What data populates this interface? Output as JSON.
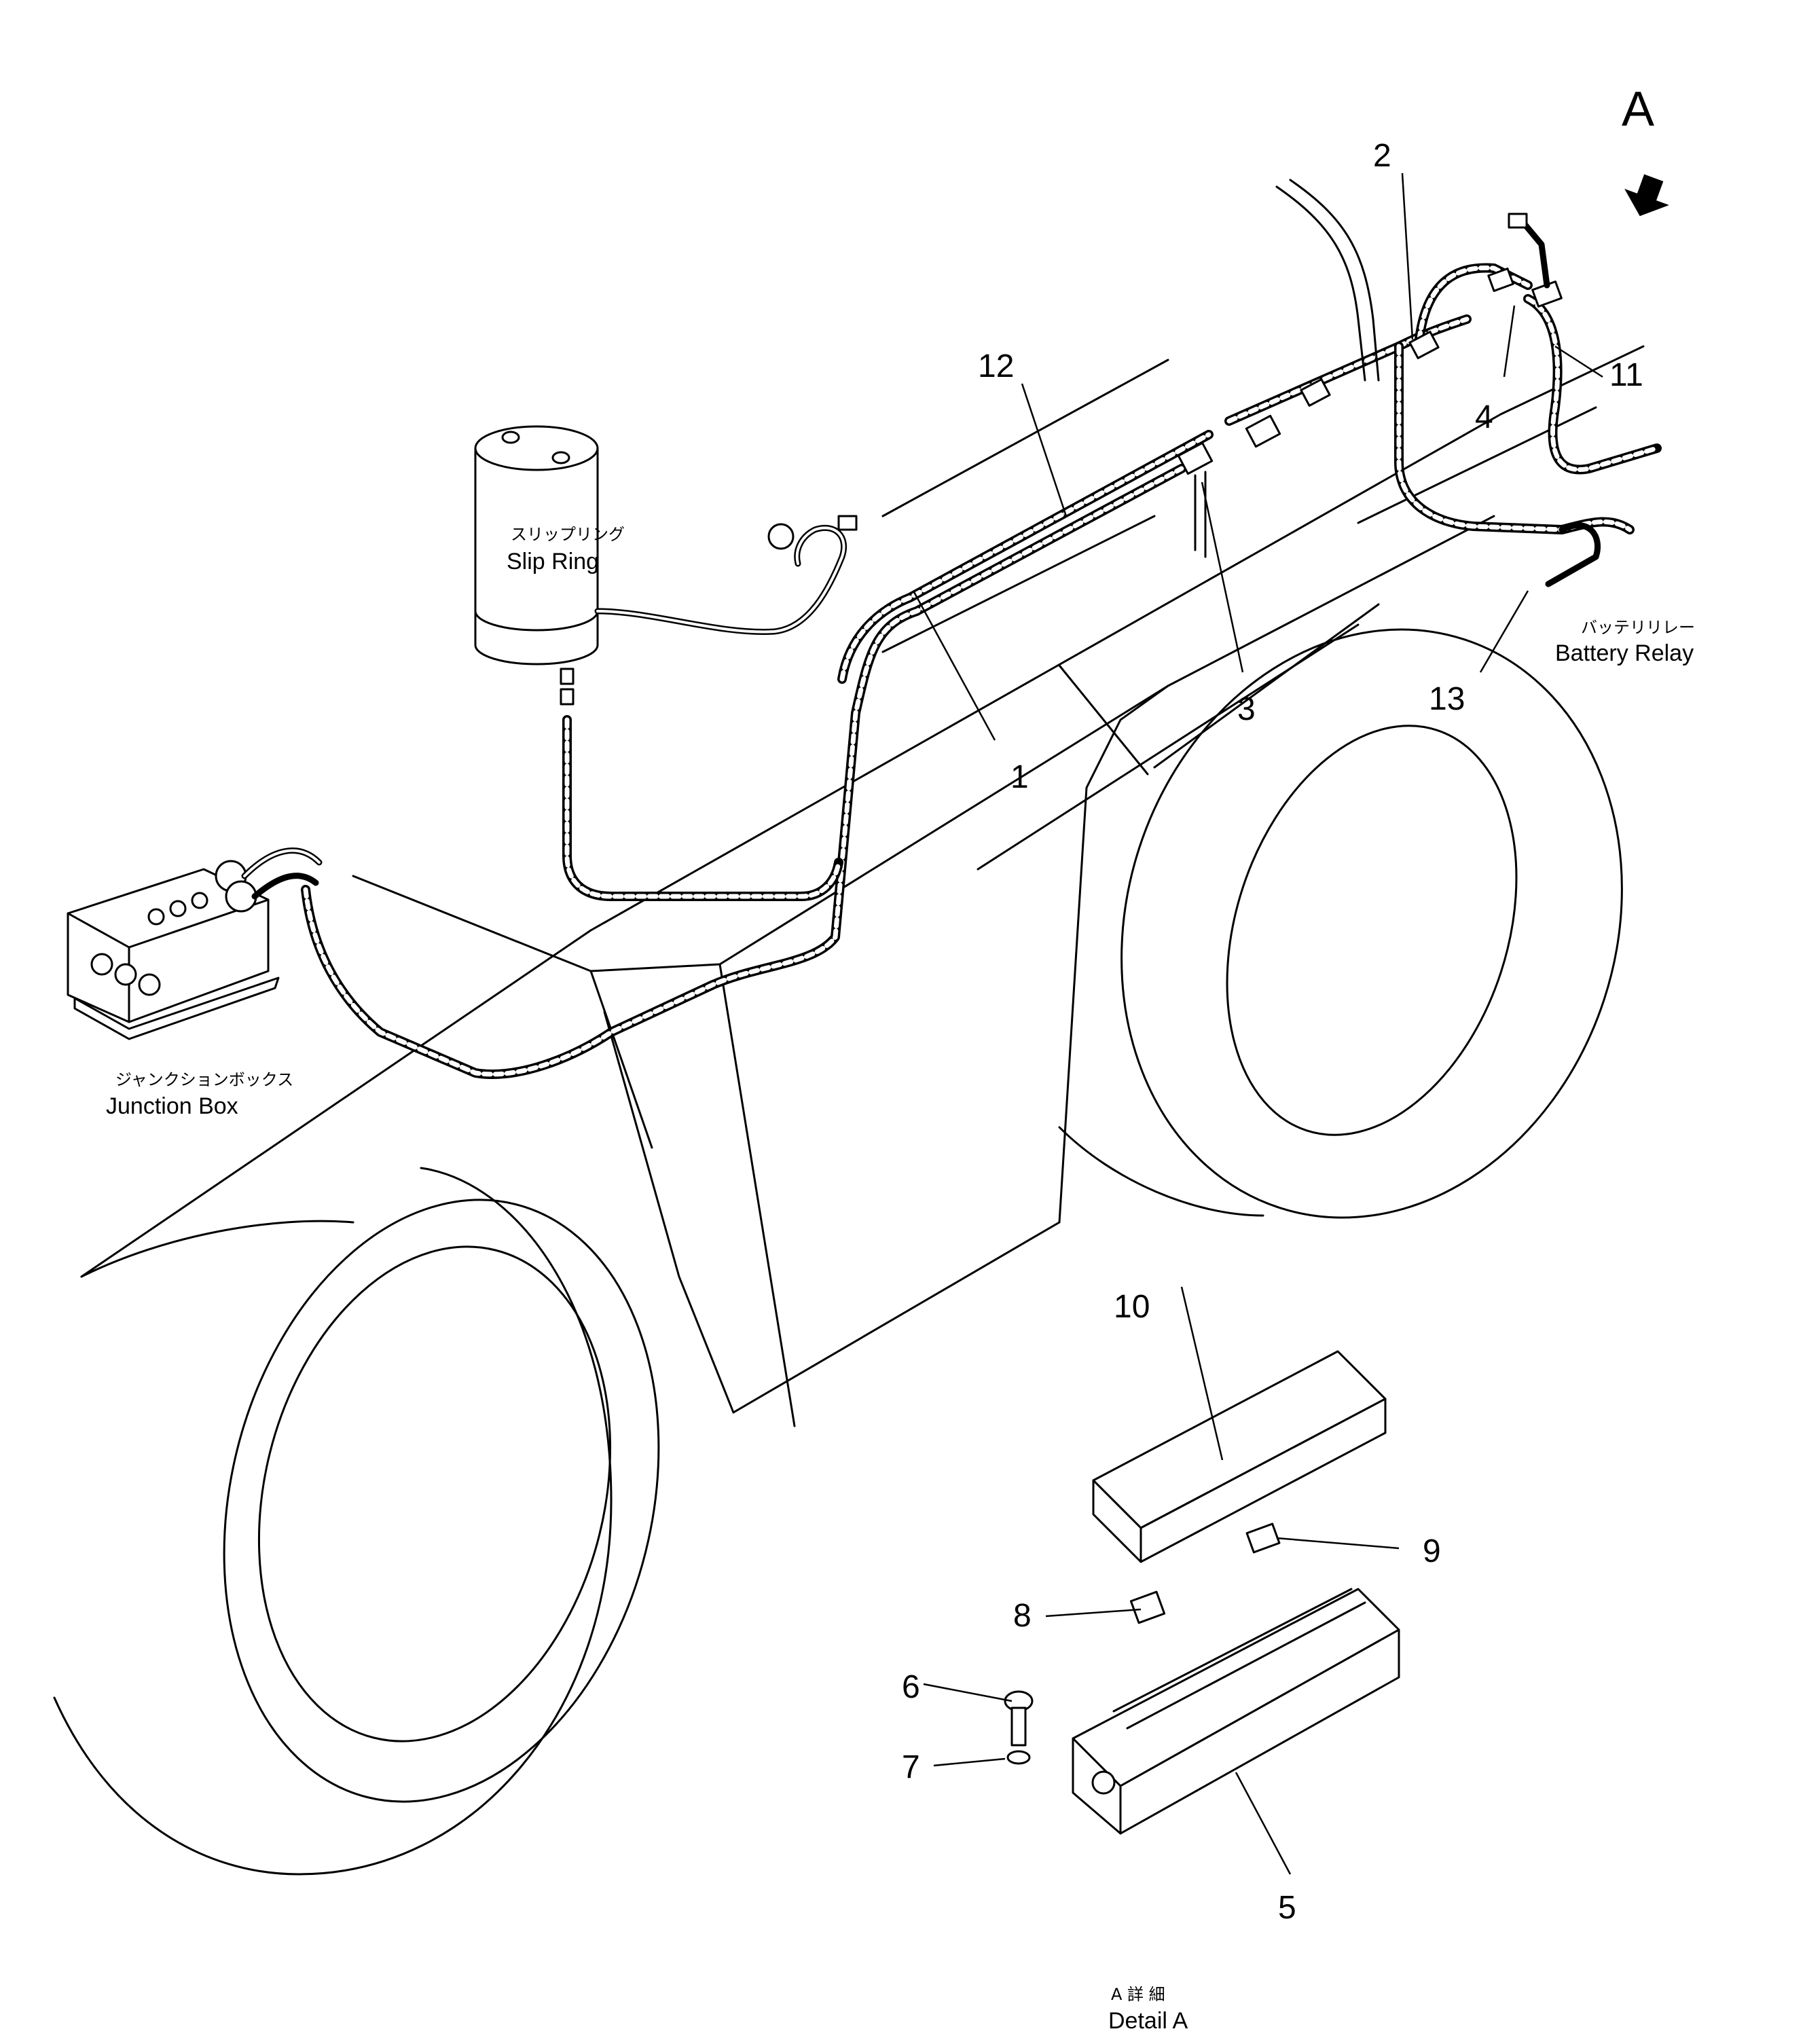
{
  "view_marker": {
    "letter": "A"
  },
  "labels": {
    "slip_ring": {
      "jp": "スリップリング",
      "en": "Slip Ring"
    },
    "battery_relay": {
      "jp": "バッテリリレー",
      "en": "Battery Relay"
    },
    "junction_box": {
      "jp": "ジャンクションボックス",
      "en": "Junction Box"
    },
    "detail": {
      "jp": "A 詳 細",
      "en": "Detail A"
    }
  },
  "callouts": [
    "1",
    "2",
    "3",
    "4",
    "5",
    "6",
    "7",
    "8",
    "9",
    "10",
    "11",
    "12",
    "13"
  ]
}
